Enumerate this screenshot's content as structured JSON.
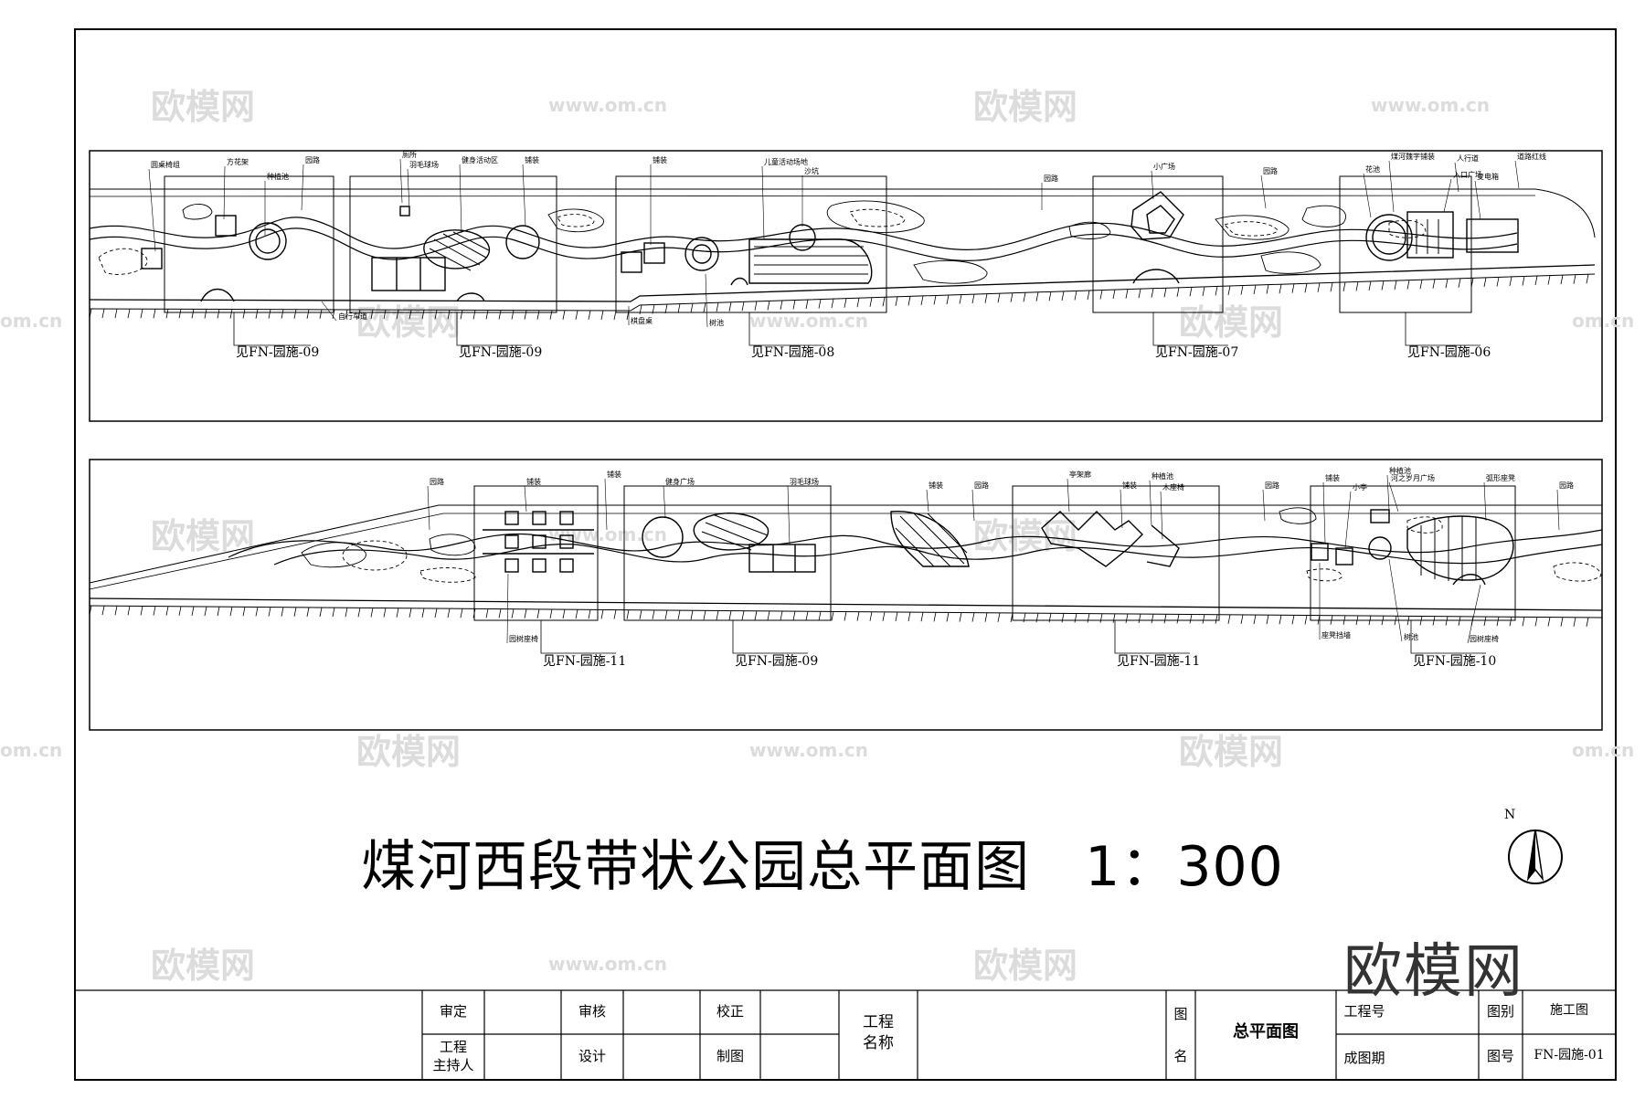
{
  "drawing": {
    "title": "煤河西段带状公园总平面图",
    "scale": "1：300",
    "north": "N"
  },
  "watermark": {
    "logo": "欧模网",
    "url": "www.om.cn",
    "edge_url": "om.cn"
  },
  "strip_top": {
    "labels": [
      "圆桌椅组",
      "方花架",
      "种植池",
      "园路",
      "厕所",
      "羽毛球场",
      "健身活动区",
      "铺装",
      "铺装",
      "儿童活动场地",
      "沙坑",
      "园路",
      "小广场",
      "园路",
      "花池",
      "煤河魏字铺装",
      "人行道",
      "道路红线",
      "入口广场",
      "变电箱",
      "自行车道",
      "棋盘桌",
      "树池"
    ],
    "refs": [
      "见FN-园施-09",
      "见FN-园施-09",
      "见FN-园施-08",
      "见FN-园施-07",
      "见FN-园施-06"
    ]
  },
  "strip_bottom": {
    "labels": [
      "园路",
      "铺装",
      "铺装",
      "健身广场",
      "羽毛球场",
      "铺装",
      "园路",
      "亭架廊",
      "铺装",
      "种植池",
      "木座椅",
      "园路",
      "铺装",
      "种植池",
      "河之岁月广场",
      "弧形座凳",
      "园路",
      "小亭",
      "园树座椅",
      "树池",
      "座凳挡墙",
      "园树座椅"
    ],
    "refs": [
      "见FN-园施-11",
      "见FN-园施-09",
      "见FN-园施-11",
      "见FN-园施-10"
    ]
  },
  "title_block": {
    "shending": "审定",
    "shenhe": "审核",
    "jiaozheng": "校正",
    "zhuchiren": "工程\n主持人",
    "sheji": "设计",
    "zhitu": "制图",
    "gongcheng_mingcheng": "工程\n名称",
    "tu": "图",
    "ming": "名",
    "drawing_name": "总平面图",
    "gongchenghao": "工程号",
    "chengtuqi": "成图期",
    "tubie": "图别",
    "tubie_value": "施工图",
    "tuhao": "图号",
    "tuhao_value": "FN-园施-01"
  }
}
